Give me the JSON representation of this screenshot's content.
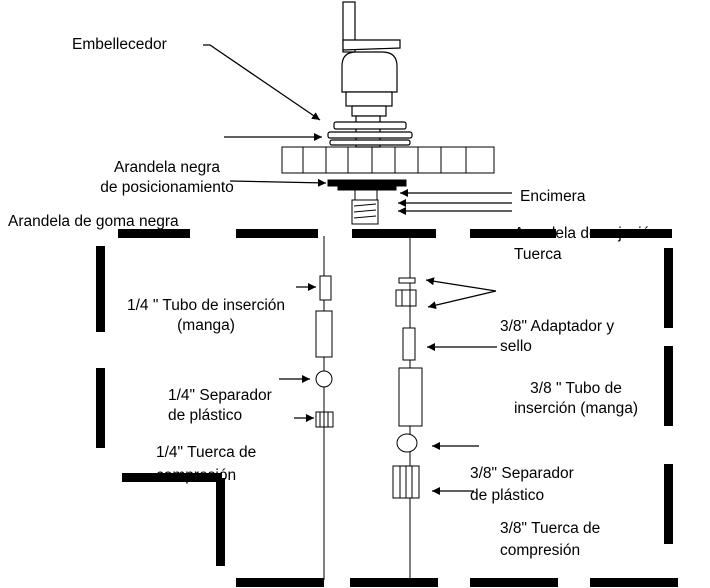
{
  "labels": {
    "embellecedor": "Embellecedor",
    "arandela_negra": "Arandela negra",
    "de_posicionamiento": "de posicionamiento",
    "arandela_goma": "Arandela de goma negra",
    "encimera": "Encimera",
    "arandela_sujecion": "Arandela de sujeción",
    "tuerca": "Tuerca",
    "tubo_14_line1": "1/4 \" Tubo de inserción",
    "tubo_14_line2": "(manga)",
    "adaptador_38_line1": "3/8\" Adaptador y",
    "adaptador_38_line2": "sello",
    "separador_14_line1": "1/4\" Separador",
    "separador_14_line2": "de plástico",
    "tubo_38_line1": "3/8 \" Tubo de",
    "tubo_38_line2": "inserción (manga)",
    "tuerca_14_line1": "1/4\" Tuerca de",
    "tuerca_14_line2": "compresión",
    "separador_38_line1": "3/8\" Separador",
    "separador_38_line2": "de plástico",
    "tuerca_38_line1": "3/8\" Tuerca de",
    "tuerca_38_line2": "compresión"
  }
}
